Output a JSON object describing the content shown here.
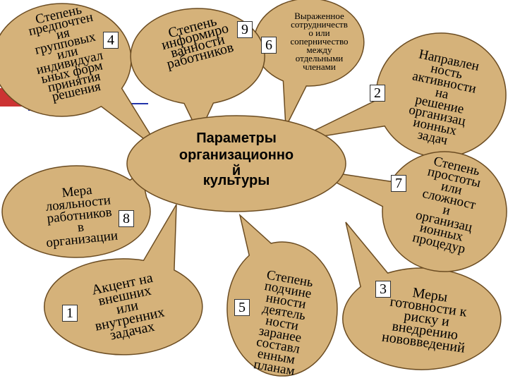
{
  "colors": {
    "bubble_fill": "#d5b27a",
    "bubble_stroke": "#6b4c22",
    "center_fill": "#d5b27a",
    "accent_rect": "#cc3333",
    "accent_square": "#2233aa",
    "text": "#000000"
  },
  "center": {
    "lines": [
      "Параметры",
      "организационно",
      "й",
      "культуры"
    ]
  },
  "bubbles": [
    {
      "id": "1",
      "number": "1",
      "lines": [
        "Акцент на",
        "внешних",
        "или",
        "внутренних",
        "задачах"
      ]
    },
    {
      "id": "2",
      "number": "2",
      "lines": [
        "Направлен",
        "ность",
        "активности",
        "на",
        "решение",
        "организац",
        "ионных",
        "задач"
      ]
    },
    {
      "id": "3",
      "number": "3",
      "lines": [
        "Меры",
        "готовности к",
        "риску и",
        "внедрению",
        "нововведений"
      ]
    },
    {
      "id": "4",
      "number": "4",
      "lines": [
        "Степень",
        "предпочтен",
        "ия",
        "групповых",
        "или",
        "индивидуал",
        "ьных форм",
        "принятия",
        "решения"
      ]
    },
    {
      "id": "5",
      "number": "5",
      "lines": [
        "Степень",
        "подчине",
        "нности",
        "деятель",
        "ности",
        "заранее",
        "составл",
        "енным",
        "планам"
      ]
    },
    {
      "id": "6",
      "number": "6",
      "lines": [
        "Выраженное",
        "сотрудничеств",
        "о или",
        "соперничество",
        "между",
        "отдельными",
        "членами"
      ]
    },
    {
      "id": "7",
      "number": "7",
      "lines": [
        "Степень",
        "простоты",
        "или",
        "сложност",
        "и",
        "организац",
        "ионных",
        "процедур"
      ]
    },
    {
      "id": "8",
      "number": "8",
      "lines": [
        "Мера",
        "лояльности",
        "работников",
        "в",
        "организации"
      ]
    },
    {
      "id": "9",
      "number": "9",
      "lines": [
        "Степень",
        "информиро",
        "ванности",
        "работников"
      ]
    }
  ]
}
